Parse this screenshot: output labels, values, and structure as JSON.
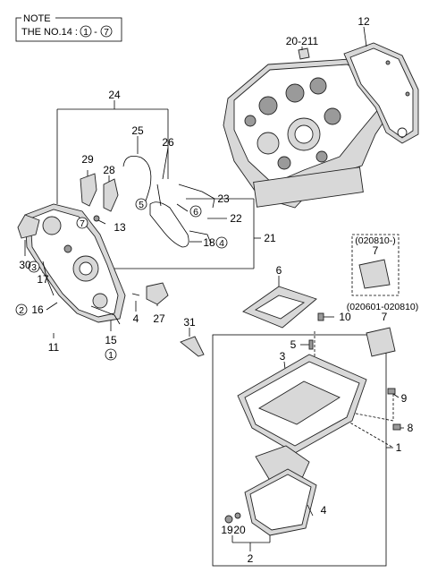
{
  "note": {
    "header": "NOTE",
    "line_prefix": "THE NO.14 :",
    "range_start": "1",
    "range_sep": "-",
    "range_end": "7"
  },
  "callouts": {
    "c1": "1",
    "c2": "2",
    "c3": "3",
    "c4_cover": "4",
    "c4_pan": "4",
    "c5": "5",
    "c6": "6",
    "c7_a": "7",
    "c7_b": "7",
    "c8": "8",
    "c9": "9",
    "c10": "10",
    "c11": "11",
    "c12": "12",
    "c13": "13",
    "c15": "15",
    "c16": "16",
    "c17": "17",
    "c18": "18",
    "c19": "19",
    "c20": "20",
    "c21": "21",
    "c22": "22",
    "c23": "23",
    "c24": "24",
    "c25": "25",
    "c26": "26",
    "c27": "27",
    "c28": "28",
    "c29": "29",
    "c30": "30",
    "c31": "31",
    "ref_20_211": "20-211"
  },
  "circled": {
    "o1": "1",
    "o2": "2",
    "o3": "3",
    "o4": "4",
    "o5": "5",
    "o6": "6",
    "o7": "7"
  },
  "date_labels": {
    "from_020810": "(020810-)",
    "range_020601_020810": "(020601-020810)"
  }
}
